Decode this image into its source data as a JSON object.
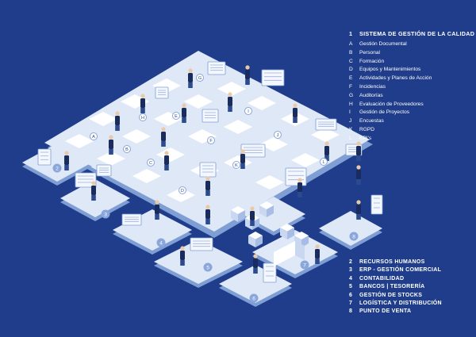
{
  "legend": {
    "main": {
      "number": "1",
      "title": "SISTEMA DE GESTIÓN DE LA CALIDAD"
    },
    "sub_items": [
      {
        "letter": "A",
        "label": "Gestión Documental"
      },
      {
        "letter": "B",
        "label": "Personal"
      },
      {
        "letter": "C",
        "label": "Formación"
      },
      {
        "letter": "D",
        "label": "Equipos y Mantenimientos"
      },
      {
        "letter": "E",
        "label": "Actividades y Planes de Acción"
      },
      {
        "letter": "F",
        "label": "Incidencias"
      },
      {
        "letter": "G",
        "label": "Auditorías"
      },
      {
        "letter": "H",
        "label": "Evaluación de Proveedores"
      },
      {
        "letter": "I",
        "label": "Gestión de Proyectos"
      },
      {
        "letter": "J",
        "label": "Encuestas"
      },
      {
        "letter": "K",
        "label": "RGPD"
      },
      {
        "letter": "L",
        "label": "KPI's"
      }
    ],
    "modules": [
      {
        "number": "2",
        "label": "RECURSOS HUMANOS"
      },
      {
        "number": "3",
        "label": "ERP - GESTIÓN COMERCIAL"
      },
      {
        "number": "4",
        "label": "CONTABILIDAD"
      },
      {
        "number": "5",
        "label": "BANCOS | TESORERÍA"
      },
      {
        "number": "6",
        "label": "GESTIÓN DE STOCKS"
      },
      {
        "number": "7",
        "label": "LOGÍSTICA Y DISTRIBUCIÓN"
      },
      {
        "number": "8",
        "label": "PUNTO DE VENTA"
      }
    ]
  },
  "diagram": {
    "zone_badges": [
      "2",
      "3",
      "4",
      "5",
      "6",
      "7",
      "8"
    ],
    "letter_badges": [
      "A",
      "B",
      "C",
      "D",
      "E",
      "F",
      "G",
      "H",
      "I",
      "J",
      "K",
      "L"
    ]
  },
  "colors": {
    "background": "#1f3d8a",
    "platform": "#dfe8f7",
    "platform_side": "#7f9ed4",
    "tile": "#ffffff",
    "badge": "#8aa6db",
    "person": "#1a2c5e",
    "legend_text": "#ffffff"
  }
}
